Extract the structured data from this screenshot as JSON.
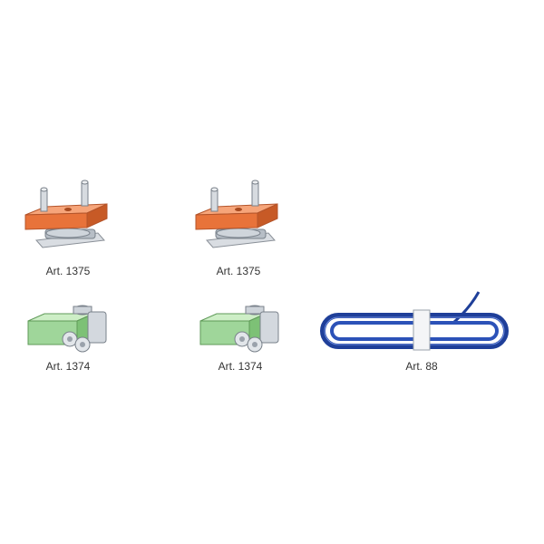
{
  "items": [
    {
      "label": "Art. 1375",
      "icon": "orange-roller-carrier-icon",
      "color": "#e8733a"
    },
    {
      "label": "Art. 1375",
      "icon": "orange-roller-carrier-icon",
      "color": "#e8733a"
    },
    {
      "label": "Art. 1374",
      "icon": "green-guide-block-icon",
      "color": "#9fd69a"
    },
    {
      "label": "Art. 1374",
      "icon": "green-guide-block-icon",
      "color": "#9fd69a"
    },
    {
      "label": "Art. 88",
      "icon": "blue-seal-strip-icon",
      "color": "#1f3f99"
    }
  ]
}
